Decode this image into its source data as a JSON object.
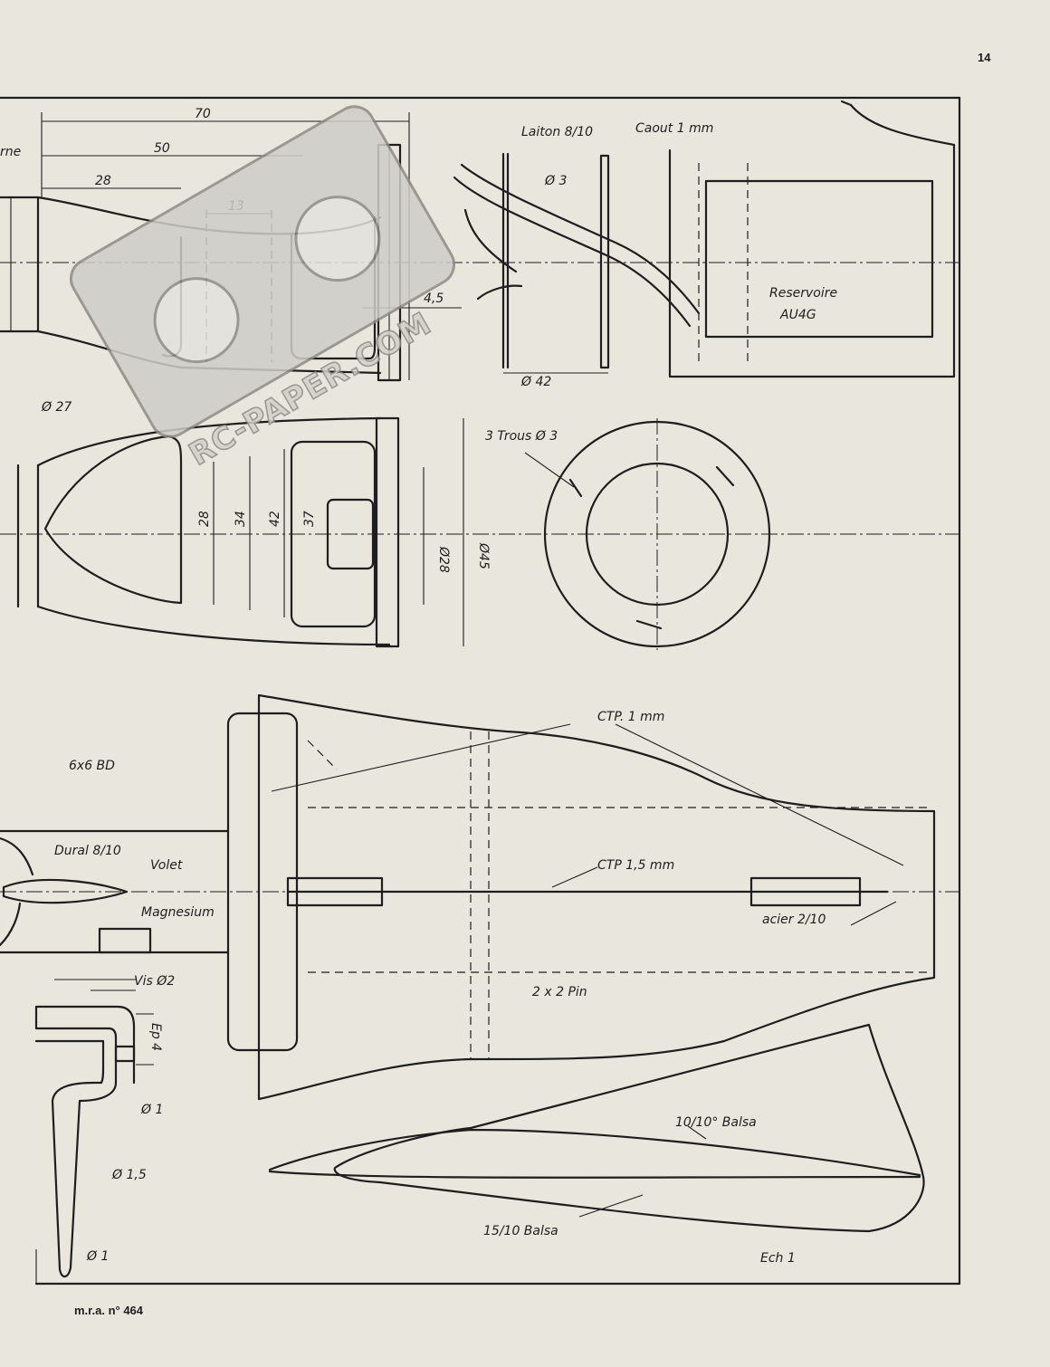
{
  "page": {
    "number": "14",
    "footer": "m.r.a. n° 464"
  },
  "watermark": {
    "text": "RC-PAPER.COM"
  },
  "colors": {
    "paper": "#e9e6de",
    "ink": "#1e1e1e"
  },
  "top_view": {
    "label_cut": "rne",
    "dims": [
      "70",
      "50",
      "28",
      "13",
      "4,5"
    ]
  },
  "tank_parts": {
    "laiton": "Laiton 8/10",
    "caout": "Caout 1 mm",
    "d3": "Ø 3",
    "d42": "Ø 42",
    "reservoir_line1": "Reservoire",
    "reservoir_line2": "AU4G"
  },
  "side_view": {
    "d27": "Ø 27",
    "dims": [
      "28",
      "34",
      "42",
      "37",
      "Ø28",
      "Ø45"
    ]
  },
  "ring": {
    "holes": "3 Trous Ø 3"
  },
  "tail": {
    "ctp1": "CTP. 1 mm",
    "bd": "6x6 BD",
    "dural": "Dural 8/10",
    "volet": "Volet",
    "ctp15": "CTP 1,5 mm",
    "acier": "acier 2/10",
    "magnesium": "Magnesium",
    "vis": "Vis Ø2",
    "ep": "Ep 4",
    "pin": "2 x 2  Pin",
    "d1a": "Ø 1",
    "d15": "Ø 1,5",
    "d1b": "Ø 1"
  },
  "wing": {
    "balsa10": "10/10° Balsa",
    "balsa15": "15/10  Balsa",
    "scale": "Ech 1"
  }
}
